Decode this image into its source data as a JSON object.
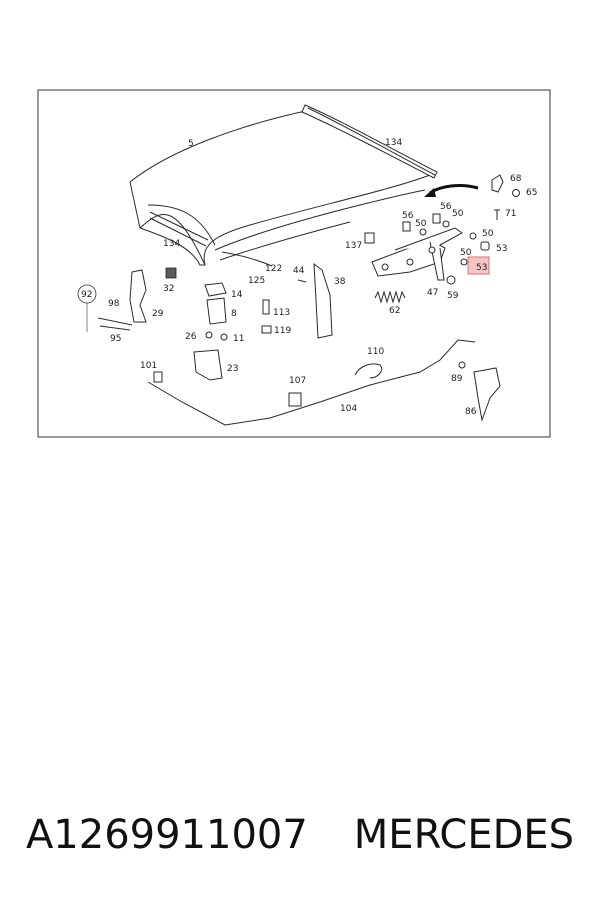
{
  "labels": {
    "l5": "5",
    "l134a": "134",
    "l134b": "134",
    "l68": "68",
    "l65": "65",
    "l71": "71",
    "l56a": "56",
    "l56b": "56",
    "l50a": "50",
    "l50b": "50",
    "l50c": "50",
    "l50d": "50",
    "l53a": "53",
    "l53b": "53",
    "l137": "137",
    "l59": "59",
    "l47": "47",
    "l62": "62",
    "l122": "122",
    "l125": "125",
    "l44": "44",
    "l38": "38",
    "l92": "92",
    "l98": "98",
    "l95": "95",
    "l32": "32",
    "l29": "29",
    "l14": "14",
    "l8": "8",
    "l113": "113",
    "l119": "119",
    "l26": "26",
    "l11": "11",
    "l23": "23",
    "l101": "101",
    "l110": "110",
    "l107": "107",
    "l104": "104",
    "l89": "89",
    "l86": "86"
  },
  "highlight_color": "#e07070",
  "caption": {
    "part_number": "A1269911007",
    "brand": "MERCEDES"
  }
}
